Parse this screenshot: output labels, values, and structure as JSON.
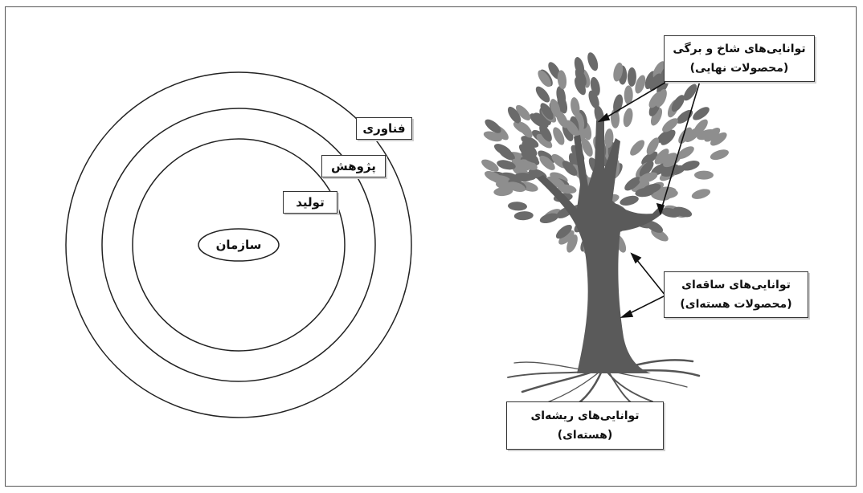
{
  "circles": {
    "outer_label": "فناوری",
    "middle_label": "پژوهش",
    "inner_label": "تولید",
    "center_label": "سازمان"
  },
  "tree": {
    "branches_label_line1": "توانایی‌های شاخ و برگی",
    "branches_label_line2": "(محصولات نهایی)",
    "trunk_label_line1": "توانایی‌های ساقه‌ای",
    "trunk_label_line2": "(محصولات هسته‌ای)",
    "roots_label_line1": "توانایی‌های ریشه‌ای",
    "roots_label_line2": "(هسته‌ای)"
  },
  "colors": {
    "leaf_dark": "#6a6a6a",
    "leaf_light": "#8e8e8e",
    "trunk": "#5a5a5a",
    "stroke": "#222222"
  }
}
